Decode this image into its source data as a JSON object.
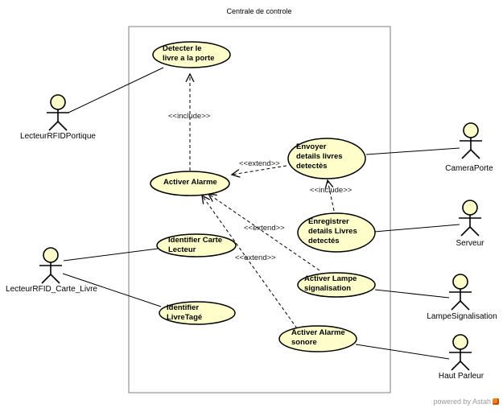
{
  "frame": {
    "title": "Centrale de controle"
  },
  "usecases": [
    {
      "id": "detecter-livre-porte",
      "lines": [
        "Detecter le",
        "livre a la porte"
      ]
    },
    {
      "id": "activer-alarme",
      "lines": [
        "Activer Alarme"
      ]
    },
    {
      "id": "envoyer-details",
      "lines": [
        "Envoyer",
        "details livres",
        "detectès"
      ]
    },
    {
      "id": "enregistrer-details",
      "lines": [
        "Enregistrer",
        "details Livres",
        "detectés"
      ]
    },
    {
      "id": "identifier-carte",
      "lines": [
        "Identifier Carte",
        "Lecteur"
      ]
    },
    {
      "id": "identifier-livretage",
      "lines": [
        "Identifier",
        "LivreTagé"
      ]
    },
    {
      "id": "activer-lampe",
      "lines": [
        "Activer Lampe",
        "signalisation"
      ]
    },
    {
      "id": "activer-alarme-sonore",
      "lines": [
        "Activer Alarme",
        "sonore"
      ]
    }
  ],
  "actors": [
    {
      "label": "LecteurRFIDPortique"
    },
    {
      "label": "LecteurRFID_Carte_Livre"
    },
    {
      "label": "CameraPorte"
    },
    {
      "label": "Serveur"
    },
    {
      "label": "LampeSignalisation"
    },
    {
      "label": "Haut Parleur"
    }
  ],
  "relations": [
    {
      "type": "include",
      "label": "<<include>>"
    },
    {
      "type": "extend",
      "label": "<<extend>>"
    },
    {
      "type": "include",
      "label": "<<include>>"
    },
    {
      "type": "extend",
      "label": "<<extend>>"
    },
    {
      "type": "extend",
      "label": "<<extend>>"
    }
  ],
  "colors": {
    "usecase_fill": "#FFFFCC",
    "stroke": "#000000",
    "frame_border": "#7d7d7d"
  },
  "footer": {
    "powered_by": "powered by Astah"
  }
}
